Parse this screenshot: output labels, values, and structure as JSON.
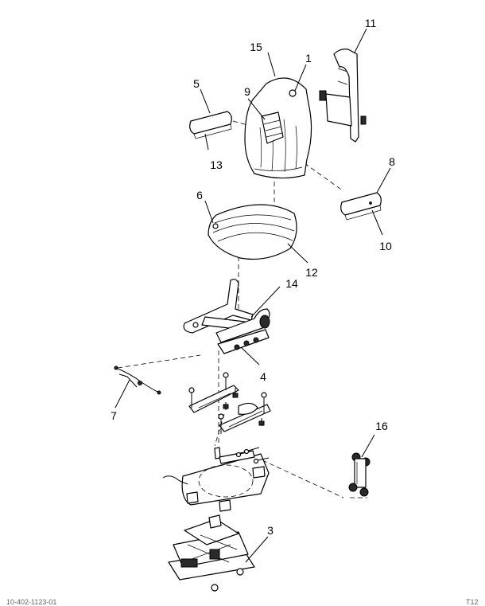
{
  "callouts": {
    "c1": "1",
    "c3": "3",
    "c4": "4",
    "c5": "5",
    "c6": "6",
    "c7": "7",
    "c8": "8",
    "c9": "9",
    "c10": "10",
    "c11": "11",
    "c12": "12",
    "c13": "13",
    "c14": "14",
    "c15": "15",
    "c16": "16"
  },
  "footer": {
    "left": "10-402-1123-01",
    "right": "T12"
  }
}
